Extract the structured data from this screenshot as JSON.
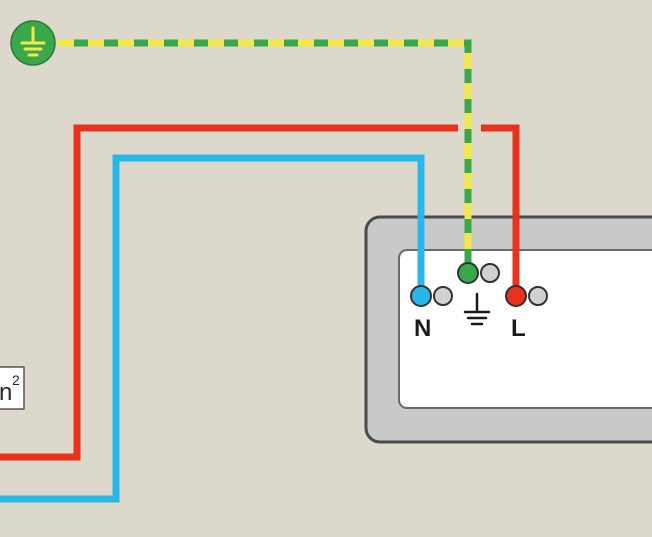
{
  "terminals": {
    "neutral": {
      "label": "N",
      "color": "#29b6e8"
    },
    "earth": {
      "label": "",
      "color": "#3aa84a"
    },
    "live": {
      "label": "L",
      "color": "#e8321e"
    }
  },
  "cable_size_label": {
    "text": "n",
    "superscript": "2"
  },
  "colors": {
    "background": "#dcd8cc",
    "earth_green": "#3aa84a",
    "earth_yellow": "#f2e84a",
    "live_red": "#e8321e",
    "neutral_blue": "#29b6e8",
    "box_outer": "#c9c9c9",
    "box_border": "#4a4a4a",
    "box_inner": "#ffffff",
    "spare_screw": "#d0d0d0"
  },
  "icons": {
    "earth_symbol": "earth-ground-icon"
  }
}
